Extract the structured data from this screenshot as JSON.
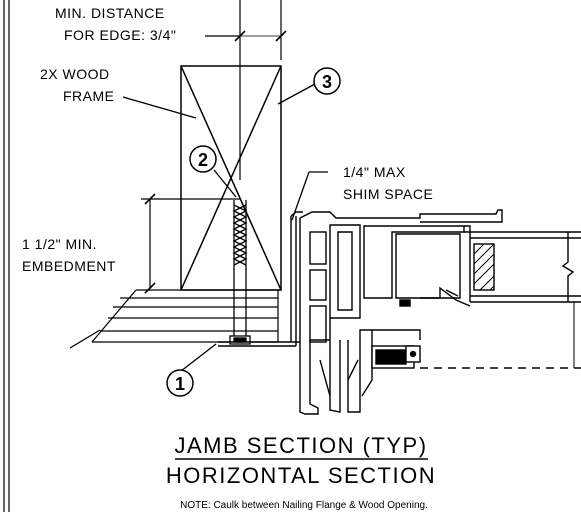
{
  "labels": {
    "min_distance_line1": "MIN. DISTANCE",
    "min_distance_line2": "FOR EDGE: 3/4\"",
    "wood_frame_line1": "2X WOOD",
    "wood_frame_line2": "FRAME",
    "shim_line1": "1/4\" MAX",
    "shim_line2": "SHIM SPACE",
    "embed_line1": "1 1/2\" MIN.",
    "embed_line2": "EMBEDMENT"
  },
  "callouts": [
    "1",
    "2",
    "3"
  ],
  "title": {
    "line1": "JAMB SECTION (TYP)",
    "line2": "HORIZONTAL SECTION"
  },
  "note": "NOTE: Caulk between Nailing Flange & Wood Opening."
}
